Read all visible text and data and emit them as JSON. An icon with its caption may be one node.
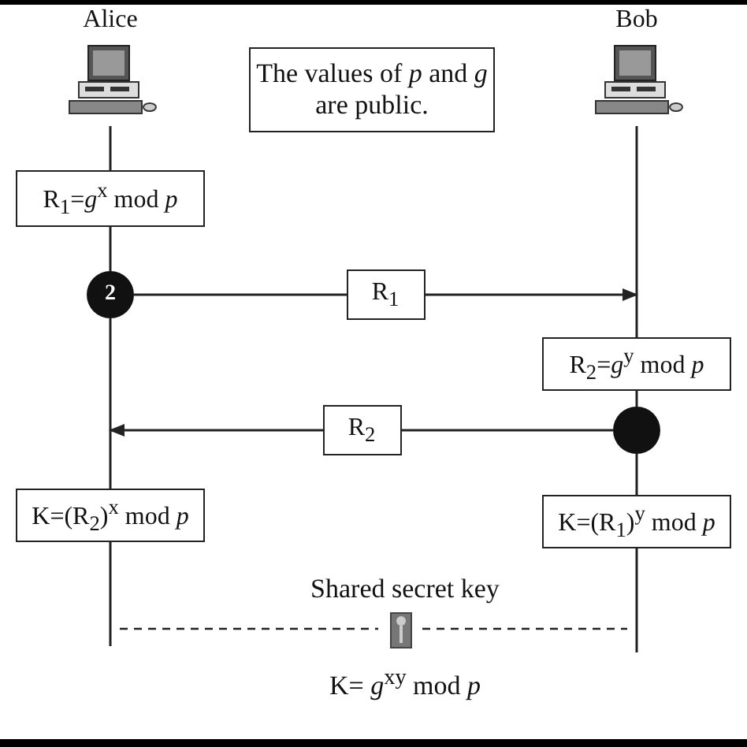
{
  "diagram": {
    "nodes": [
      {
        "text": [
          "Alice"
        ]
      },
      {
        "text": [
          "Bob"
        ]
      },
      {
        "text": [
          "The values of *p* and *g* are public."
        ]
      },
      {
        "text": [
          "R$_{1}$=*g*$^{x}$ mod *p*"
        ]
      },
      {
        "text": [
          "2"
        ]
      },
      {
        "text": [
          "R$_{2}$=*g*$^{y}$ mod *p*"
        ]
      },
      {
        "text": [],
        "shape": "circle"
      },
      {
        "text": [
          "K=(R$_{2}$)$^{x}$ mod *p*"
        ]
      },
      {
        "text": [
          "K=(R$_{1}$)$^{y}$ mod *p*"
        ]
      }
    ],
    "edges": [
      {
        "from": 0,
        "to": 3,
        "arrow": "none"
      },
      {
        "from": 3,
        "to": 4,
        "arrow": "none"
      },
      {
        "from": 4,
        "to": 7,
        "arrow": "none"
      },
      {
        "from": 7,
        "to": null,
        "arrow": "none"
      },
      {
        "from": 1,
        "to": 5,
        "arrow": "none"
      },
      {
        "from": 5,
        "to": 6,
        "arrow": "none"
      },
      {
        "from": 6,
        "to": 8,
        "arrow": "none"
      },
      {
        "from": 8,
        "to": null,
        "arrow": "none"
      },
      {
        "from": 4,
        "to": null,
        "arrow": "to",
        "label": "R$_{1}$"
      },
      {
        "from": 6,
        "to": null,
        "arrow": "to",
        "label": "R$_{2}$"
      }
    ],
    "labels": [
      "Shared secret key",
      "K= *g*$^{xy}$ mod *p*"
    ]
  }
}
